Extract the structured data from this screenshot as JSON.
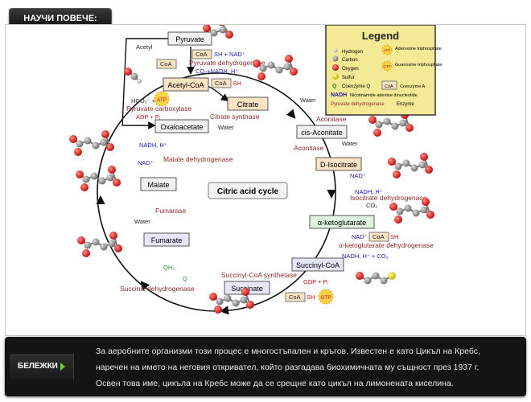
{
  "header": {
    "learn_more": "НАУЧИ ПОВЕЧЕ:"
  },
  "diagram": {
    "title": "Citric acid cycle",
    "intermediates": {
      "pyruvate": "Pyruvate",
      "acetyl_coa": "Acetyl-CoA",
      "citrate": "Citrate",
      "cis_aconitate": "cis-Aconitate",
      "d_isocitrate": "D-Isocitrate",
      "alpha_ketoglutarate": "α-ketoglutarate",
      "succinyl_coa": "Succinyl-CoA",
      "succinate": "Succinate",
      "fumarate": "Fumarate",
      "malate": "Malate",
      "oxaloacetate": "Oxaloacetate"
    },
    "enzymes": {
      "pyruvate_dehydrogenase": "Pyruvate dehydrogenase",
      "pyruvate_carboxylase": "Pyruvate carboxylase",
      "citrate_synthase": "Citrate synthase",
      "aconitase_1": "Aconitase",
      "aconitase_2": "Aconitase",
      "isocitrate_dehydrogenase": "Isocitrate dehydrogenase",
      "aketo_dehydrogenase": "α-ketoglutarate dehydrogenase",
      "succinyl_coa_synthetase": "Succinyl-CoA synthetase",
      "succinic_dehydrogenase": "Succinic dehydrogenase",
      "fumarase": "Fumarase",
      "malate_dehydrogenase": "Malate dehydrogenase"
    },
    "cofactors": {
      "acetyl": "Acetyl",
      "coa": "CoA",
      "sh": "SH",
      "sh_nad": "SH + NAD⁺",
      "co2_nadh_h": "CO₂+NADH, H⁺",
      "hco3": "HCO₃⁻ +",
      "adp_pi": "ADP + Pᵢ",
      "atp": "ATP",
      "gtp": "GTP",
      "gdp_pi": "GDP + Pᵢ",
      "water": "Water",
      "nad_plus": "NAD⁺",
      "nadh_h": "NADH, H⁺",
      "nadh_h_co2": "NADH, H⁺ + CO₂",
      "co2": "CO₂",
      "q": "Q",
      "qh2": "QH₂"
    },
    "legend": {
      "title": "Legend",
      "hydrogen": "Hydrogen",
      "carbon": "Carbon",
      "oxygen": "Oxygen",
      "sulfur": "Sulfur",
      "coenzyme_q": "Coenzyme Q",
      "coenzyme_a": "Coenzyme A",
      "atp_desc": "Adenosine triphosphate",
      "gtp_desc": "Guanosine triphosphate",
      "nadh_desc": "Nicotinamide adenine dinucleotide",
      "enzyme_sample": "Pyruvate dehydrogenase",
      "enzyme": "Enzyme",
      "nadh": "NADH",
      "q": "Q",
      "coa": "CoA",
      "atp": "ATP",
      "gtp": "GTP"
    },
    "colors": {
      "intermediate_fill": "#fbe3c4",
      "alt_fill": "#e6e6fb",
      "enzyme_text": "#8b2a2a",
      "nad_text": "#1a1aa8",
      "legend_bg": "#f4ea96",
      "oxygen_atom": "#d62020",
      "carbon_atom": "#8c8c8c"
    }
  },
  "notes": {
    "button_label": "БЕЛЕЖКИ",
    "lines": [
      "За аеробните организми този процес е многостъпален и кръгов. Известен е като Цикъл на Кребс,",
      "наречен на името на неговия откривател, който разгадава биохимичната му същност през 1937 г.",
      "Освен това име, цикъла на Кребс може да се срещне като цикъл на лимонената киселина."
    ]
  }
}
